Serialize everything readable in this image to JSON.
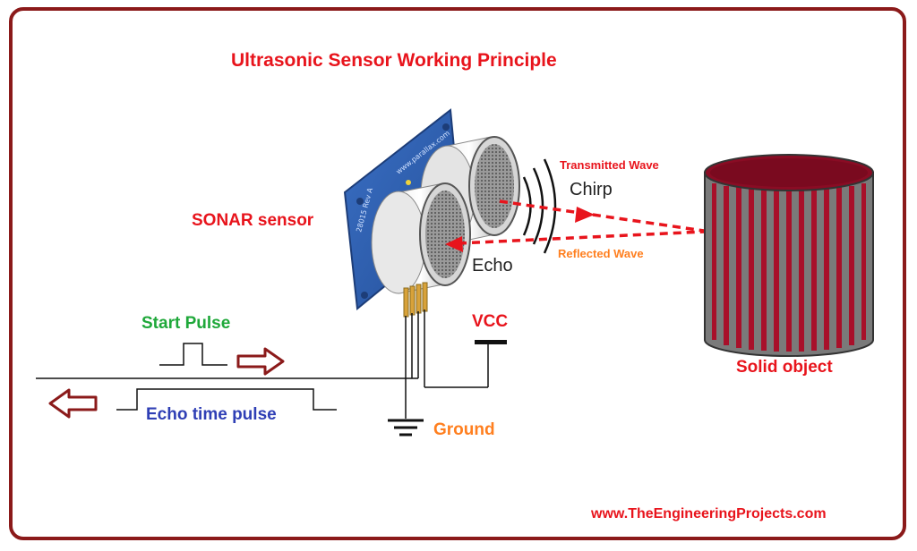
{
  "diagram": {
    "title": "Ultrasonic Sensor Working Principle",
    "sensor_label": "SONAR sensor",
    "transmitted_label": "Transmitted Wave",
    "chirp_label": "Chirp",
    "echo_label": "Echo",
    "reflected_label": "Reflected Wave",
    "start_pulse_label": "Start Pulse",
    "echo_time_label": "Echo time pulse",
    "vcc_label": "VCC",
    "ground_label": "Ground",
    "object_label": "Solid object",
    "website": "www.TheEngineeringProjects.com"
  },
  "colors": {
    "border": "#8b1a1a",
    "title_red": "#e8141c",
    "orange": "#ff7f1f",
    "green": "#1fa83a",
    "blue_text": "#2f3fb5",
    "board_blue": "#2f5fb0",
    "cylinder_red": "#a8102a",
    "cylinder_gray": "#777777"
  },
  "icons": [
    "right-arrow-icon",
    "left-arrow-icon",
    "ground-symbol-icon"
  ]
}
